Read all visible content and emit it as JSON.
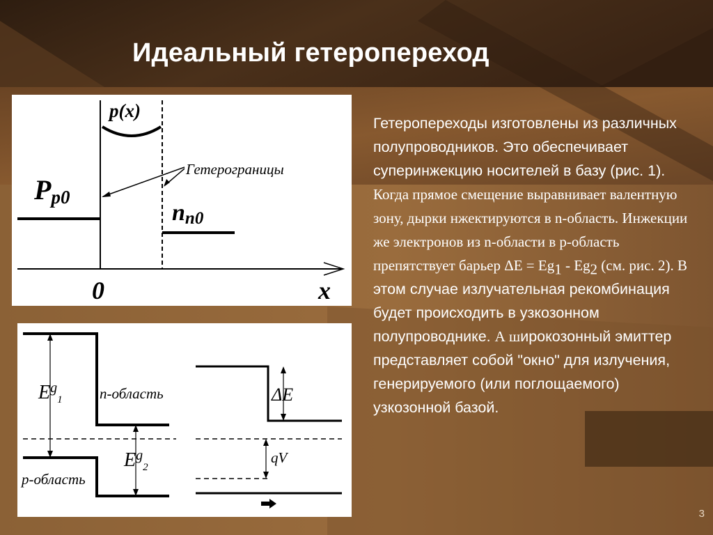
{
  "slide": {
    "title": "Идеальный гетеропереход",
    "page_number": "3"
  },
  "figure1": {
    "p_of_x": "p(x)",
    "arrow_label": "Гетерограницы",
    "left_label": "P",
    "left_sub": "p0",
    "right_label": "n",
    "right_sub": "n0",
    "origin": "0",
    "x_axis": "x"
  },
  "figure2": {
    "eg1_main": "E",
    "eg1_sub": "g",
    "eg1_index": "1",
    "eg2_main": "E",
    "eg2_sub": "g",
    "eg2_index": "2",
    "n_region": "n-область",
    "p_region": "p-область",
    "delta_e": "ΔE",
    "qv": "qV"
  },
  "text": {
    "part1": "Гетеропереходы изготовлены из различных полупроводников. Это обеспечивает суперинжекцию носителей в базу (рис. 1). ",
    "part2": "Когда прямое смещение выравнивает валентную зону, дырки нжектируются в n-область. Инжекции же электронов из n-области в p-область препятствует барьер ΔE = Eg",
    "sub1": "1",
    "part3": " - Eg",
    "sub2": "2",
    "part4": " (см. рис. 2). В ",
    "part5": "этом случае излучательная рекомбинация будет происходить в узкозонном полупроводнике. ",
    "part6": "А ш",
    "part7": "ирокозонный эмиттер представляет собой \"окно\" для излучения, генерируемого (или поглощаемого) узкозонной базой."
  },
  "colors": {
    "background_dark": "#3a2616",
    "background_mid": "#6e4a28",
    "band_light": "#8f6436",
    "text": "#ffffff"
  }
}
